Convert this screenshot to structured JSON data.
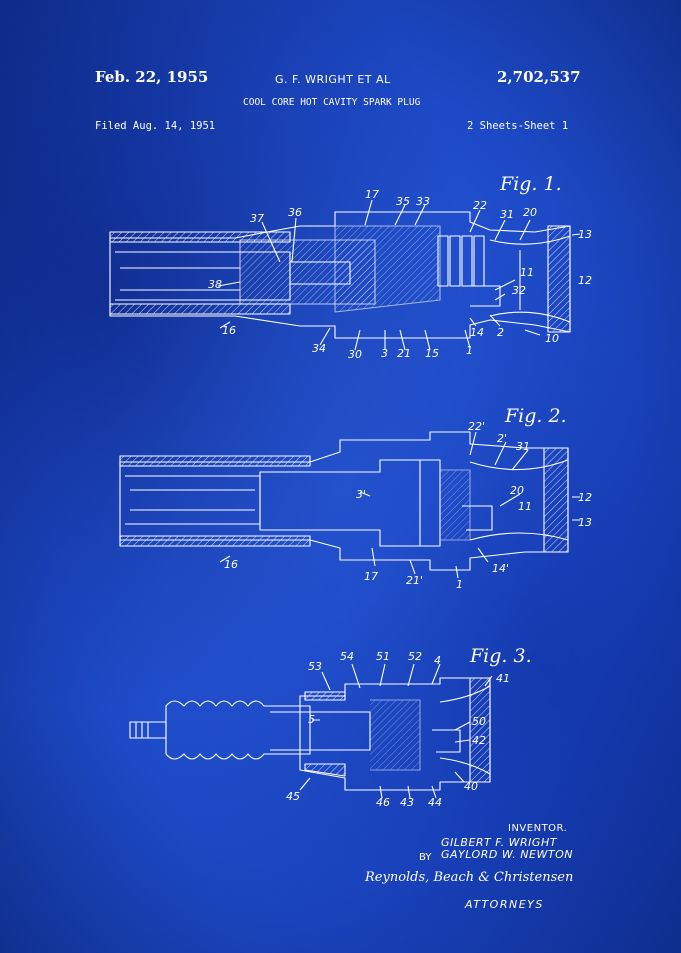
{
  "header": {
    "date": "Feb. 22, 1955",
    "inventors": "G. F. WRIGHT ET AL",
    "patent_number": "2,702,537",
    "title": "COOL CORE HOT CAVITY SPARK PLUG",
    "filed": "Filed Aug. 14, 1951",
    "sheets": "2 Sheets-Sheet 1"
  },
  "figures": {
    "fig1": {
      "label": "Fig. 1.",
      "refs": [
        "17",
        "35",
        "33",
        "22",
        "31",
        "20",
        "13",
        "37",
        "36",
        "38",
        "11",
        "12",
        "32",
        "16",
        "14",
        "2",
        "10",
        "34",
        "30",
        "3",
        "21",
        "15",
        "1"
      ]
    },
    "fig2": {
      "label": "Fig. 2.",
      "refs": [
        "22'",
        "2'",
        "31",
        "3'",
        "20",
        "11",
        "12",
        "13",
        "16",
        "17",
        "21'",
        "1",
        "14'"
      ]
    },
    "fig3": {
      "label": "Fig. 3.",
      "refs": [
        "53",
        "54",
        "51",
        "52",
        "4",
        "41",
        "5",
        "50",
        "42",
        "40",
        "45",
        "46",
        "43",
        "44"
      ]
    }
  },
  "signature": {
    "inventor_label": "INVENTOR.",
    "inventor_1": "GILBERT F. WRIGHT",
    "by": "BY",
    "inventor_2": "GAYLORD W. NEWTON",
    "attorney_signature": "Reynolds, Beach & Christensen",
    "attorneys_label": "ATTORNEYS"
  },
  "colors": {
    "background": "#1f4fd0",
    "ink": "#ffffff"
  }
}
